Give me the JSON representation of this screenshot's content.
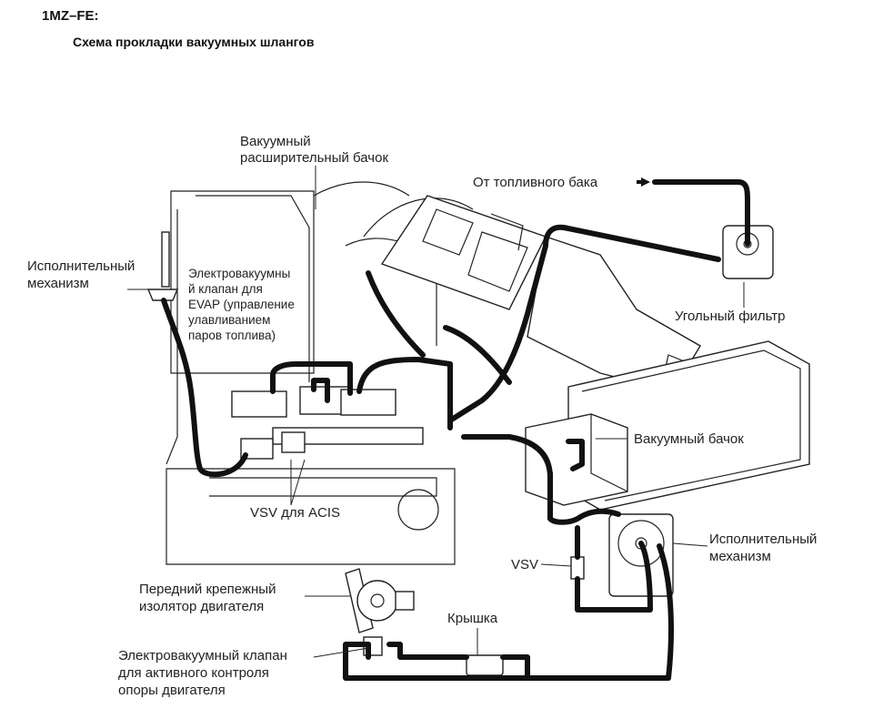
{
  "header": {
    "engine_code": "1MZ–FE:",
    "title": "Схема прокладки вакуумных шлангов"
  },
  "labels": {
    "vacuum_expansion_tank": [
      "Вакуумный",
      "расширительный бачок"
    ],
    "from_fuel_tank": "От топливного бака",
    "actuator_left": [
      "Исполнительный",
      "механизм"
    ],
    "evap_vsv": [
      "Электровакуумны",
      "й клапан для",
      "EVAP (управление",
      "улавливанием",
      "паров топлива)"
    ],
    "charcoal_canister": "Угольный фильтр",
    "vacuum_tank": "Вакуумный бачок",
    "actuator_right": [
      "Исполнительный",
      "механизм"
    ],
    "vsv_acis": "VSV для ACIS",
    "vsv": "VSV",
    "front_mount": [
      "Передний крепежный",
      "изолятор двигателя"
    ],
    "cap": "Крышка",
    "active_mount_vsv": [
      "Электровакуумный клапан",
      "для активного контроля",
      "опоры двигателя"
    ]
  }
}
